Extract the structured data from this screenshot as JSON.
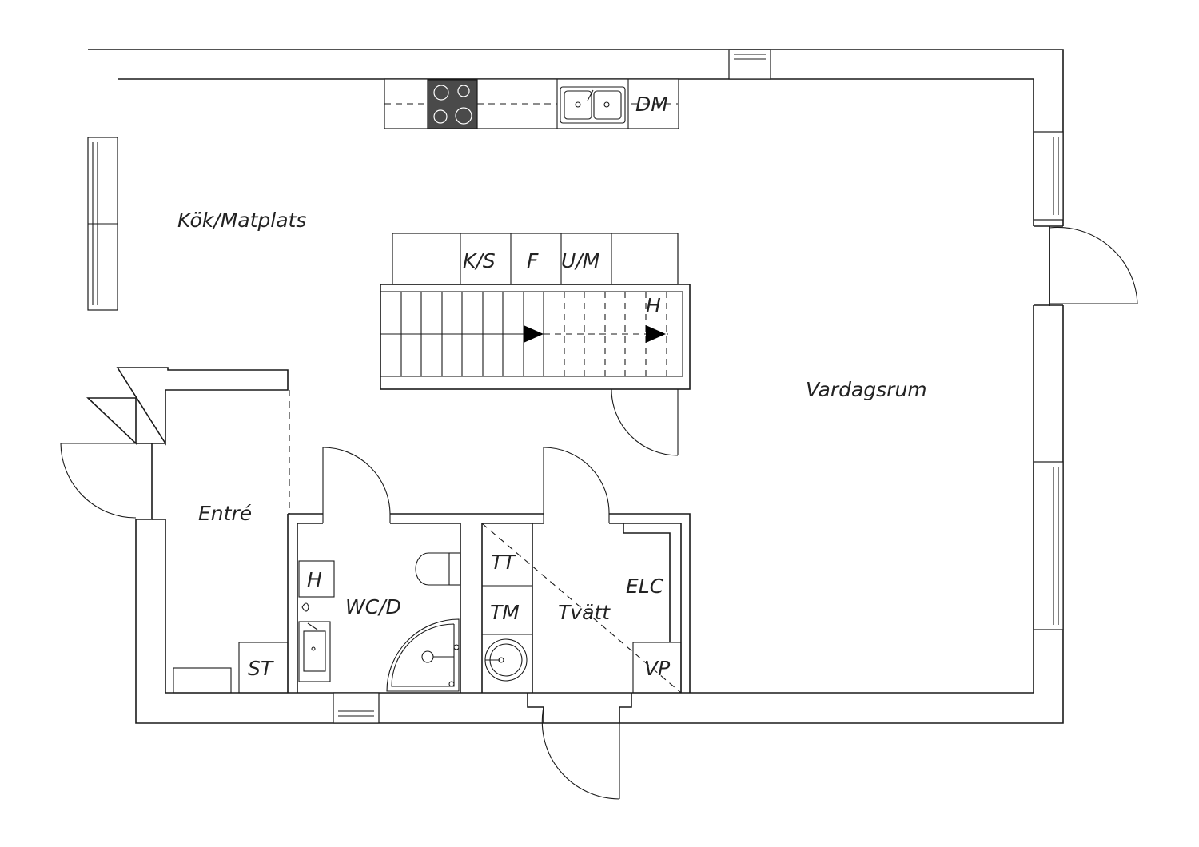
{
  "rooms": {
    "kitchen": "Kök/Matplats",
    "living": "Vardagsrum",
    "entry": "Entré",
    "wc": "WC/D",
    "laundry": "Tvätt"
  },
  "fixtures": {
    "dishwasher": "DM",
    "fridge_freezer": "K/S",
    "f": "F",
    "oven_micro": "U/M",
    "shelf_h_stairs": "H",
    "shelf_h_wc": "H",
    "dryer": "TT",
    "washer": "TM",
    "electric_cabinet": "ELC",
    "water_heater": "VP",
    "closet": "ST"
  },
  "colors": {
    "line": "#1a1a1a",
    "stove_top": "#4a4a4a",
    "background": "#ffffff"
  }
}
